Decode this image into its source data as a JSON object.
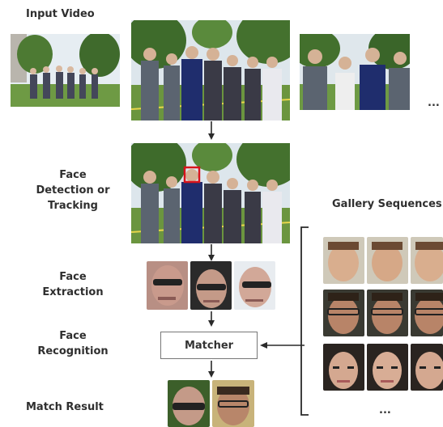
{
  "stages": {
    "input_video": "Input Video",
    "face_detection": "Face\nDetection or\nTracking",
    "face_extraction": "Face\nExtraction",
    "face_recognition": "Face\nRecognition",
    "match_result": "Match Result"
  },
  "gallery": {
    "title": "Gallery Sequences",
    "ellipsis": "..."
  },
  "input_ellipsis": "...",
  "matcher_label": "Matcher",
  "colors": {
    "detection_box": "#d8141c",
    "box_border": "#777777",
    "arrow": "#2a2a2a",
    "sky": "#dfe8ee",
    "grass": "#5f8a3a",
    "tree": "#3c5f2a"
  }
}
